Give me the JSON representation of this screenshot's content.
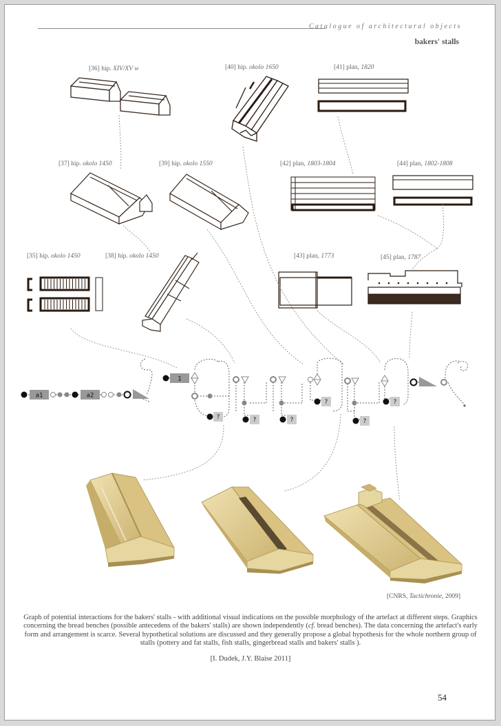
{
  "header": {
    "catalogue": "Catalogue of architectural objects",
    "subtitle": "bakers' stalls"
  },
  "labels": {
    "l36": {
      "code": "[36] hip.",
      "date": "XIV/XV w"
    },
    "l40": {
      "code": "[40] hip.",
      "date": "okolo 1650"
    },
    "l41": {
      "code": "[41] plan,",
      "date": "1820"
    },
    "l37": {
      "code": "[37] hip.",
      "date": "okolo 1450"
    },
    "l39": {
      "code": "[39] hip.",
      "date": "okolo 1550"
    },
    "l42": {
      "code": "[42] plan,",
      "date": "1803-1804"
    },
    "l44": {
      "code": "[44] plan,",
      "date": "1802-1808"
    },
    "l35": {
      "code": "[35] hip.",
      "date": "okolo 1450"
    },
    "l38": {
      "code": "[38] hip.",
      "date": "okolo 1450"
    },
    "l43": {
      "code": "[43] plan,",
      "date": "1773"
    },
    "l45": {
      "code": "[45] plan,",
      "date": "1787"
    }
  },
  "graph": {
    "box_a1": "a1",
    "box_a2": "a2",
    "box_1": "1",
    "unknown": "?"
  },
  "credit": {
    "org": "[CNRS,",
    "work": "Tactichronie,",
    "year": "2009]"
  },
  "caption": {
    "part1": "Graph of potential interactions for the bakers' stalls - with additional visual indications on the possible morphology of the artefact at different steps. Graphics concerning the bread benches (possible antecedens of the bakers' stalls) are shown independently (",
    "cf": "cf.",
    "part2": " bread benches). The data concerning the artefact's early form and arrangement is scarce. Several hypothetical solutions are discussed and they generally propose a global hypothesis for the whole northern group of stalls (pottery and fat stalls, fish stalls, gingerbread stalls and bakers' stalls )."
  },
  "authors": "[I. Dudek, J.Y. Blaise 2011]",
  "page_number": "54",
  "colors": {
    "model": "#e2cf93",
    "model_shadow": "#b8a060",
    "node_grey": "#888888",
    "box_grey": "#999999",
    "box_light": "#cccccc"
  }
}
